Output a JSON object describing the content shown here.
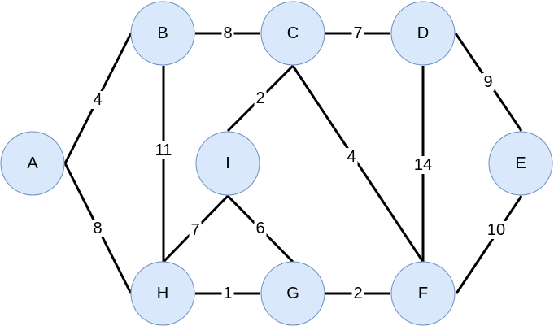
{
  "graph": {
    "nodes": [
      {
        "id": "A",
        "label": "A"
      },
      {
        "id": "B",
        "label": "B"
      },
      {
        "id": "C",
        "label": "C"
      },
      {
        "id": "D",
        "label": "D"
      },
      {
        "id": "E",
        "label": "E"
      },
      {
        "id": "F",
        "label": "F"
      },
      {
        "id": "G",
        "label": "G"
      },
      {
        "id": "H",
        "label": "H"
      },
      {
        "id": "I",
        "label": "I"
      }
    ],
    "edges": [
      {
        "from": "A",
        "to": "B",
        "weight": "4"
      },
      {
        "from": "A",
        "to": "H",
        "weight": "8"
      },
      {
        "from": "B",
        "to": "C",
        "weight": "8"
      },
      {
        "from": "B",
        "to": "H",
        "weight": "11"
      },
      {
        "from": "C",
        "to": "D",
        "weight": "7"
      },
      {
        "from": "C",
        "to": "I",
        "weight": "2"
      },
      {
        "from": "C",
        "to": "F",
        "weight": "4"
      },
      {
        "from": "D",
        "to": "E",
        "weight": "9"
      },
      {
        "from": "D",
        "to": "F",
        "weight": "14"
      },
      {
        "from": "E",
        "to": "F",
        "weight": "10"
      },
      {
        "from": "I",
        "to": "H",
        "weight": "7"
      },
      {
        "from": "I",
        "to": "G",
        "weight": "6"
      },
      {
        "from": "H",
        "to": "G",
        "weight": "1"
      },
      {
        "from": "G",
        "to": "F",
        "weight": "2"
      }
    ]
  },
  "colors": {
    "node_fill": "#dae8fc",
    "node_stroke": "#6c8ebf",
    "edge": "#000000"
  }
}
